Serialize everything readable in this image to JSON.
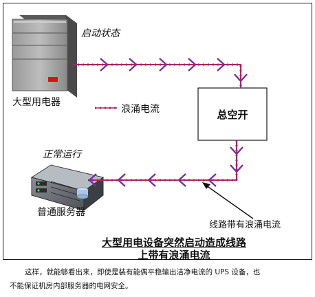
{
  "labels": {
    "startup_status": "启动状态",
    "large_appliance": "大型用电器",
    "legend_surge": "浪涌电流",
    "main_breaker": "总空开",
    "normal_operation": "正常运行",
    "normal_server": "普通服务器",
    "line_surge": "线路带有浪涌电流"
  },
  "caption": {
    "line1": "大型用电设备突然启动造成线路",
    "line2": "上带有浪涌电流"
  },
  "paragraph": {
    "line1": "这样，就能够看出来，即使是装有能偶平稳输出洁净电流的 UPS 设备，也",
    "line2": "不能保证机房内部服务器的电网安全。"
  },
  "colors": {
    "line": "#c0213f",
    "dots": "#7a2da0",
    "chevron": "#7a2da0",
    "indicator": "#e01010"
  },
  "icons": {
    "appliance": "appliance-cabinet-icon",
    "server": "server-icon"
  }
}
